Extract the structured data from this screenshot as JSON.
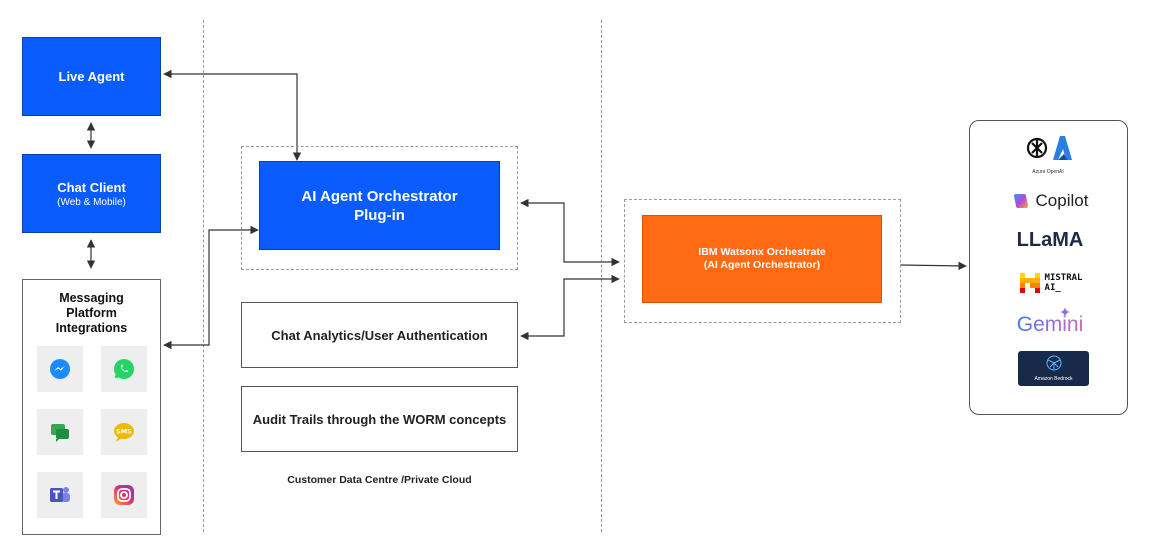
{
  "left": {
    "live_agent": "Live Agent",
    "chat_client": "Chat Client",
    "chat_client_sub": "(Web & Mobile)",
    "messaging_title": "Messaging Platform Integrations",
    "messaging_icons": [
      "messenger-icon",
      "whatsapp-icon",
      "google-chat-icon",
      "sms-icon",
      "teams-icon",
      "instagram-icon"
    ]
  },
  "middle": {
    "orchestrator_line1": "AI Agent Orchestrator",
    "orchestrator_line2": "Plug-in",
    "analytics": "Chat Analytics/User Authentication",
    "audit": "Audit Trails through the WORM concepts",
    "zone_caption": "Customer Data Centre /Private Cloud"
  },
  "right": {
    "watsonx_line1": "IBM Watsonx Orchestrate",
    "watsonx_line2": "(AI Agent Orchestrator)"
  },
  "models": {
    "azure_caption": "Azure OpenAI",
    "copilot": "Copilot",
    "llama": "LLaMA",
    "mistral_line1": "MISTRAL",
    "mistral_line2": "AI_",
    "gemini": "Gemini",
    "bedrock_caption": "Amazon Bedrock"
  },
  "colors": {
    "blue": "#0b5cff",
    "orange": "#ff6a13",
    "arrow": "#333333",
    "dashed": "#9a9a9a"
  }
}
